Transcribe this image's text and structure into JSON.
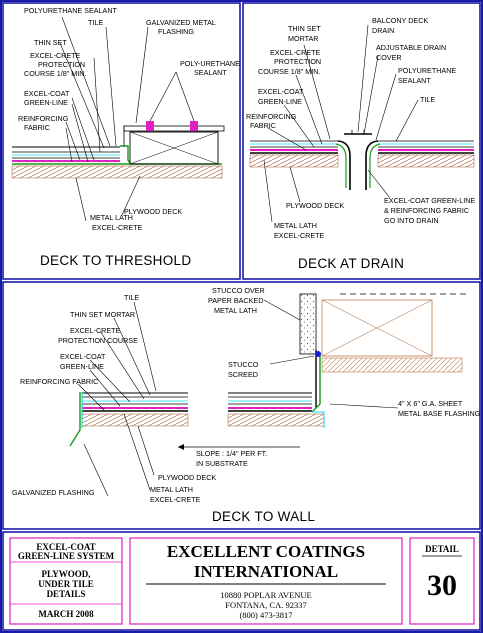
{
  "colors": {
    "frame": "#1a1aa8",
    "membrane": "#e020c0",
    "greenline": "#1a9a1a",
    "cyan": "#14d8e8",
    "wood": "#b07050",
    "blue_flash": "#1a1ad8"
  },
  "threshold": {
    "title": "DECK TO THRESHOLD",
    "labels": {
      "polyurethane_sealant": "POLYURETHANE SEALANT",
      "tile": "TILE",
      "galvanized_metal": "GALVANIZED METAL",
      "flashing": "FLASHING",
      "thin_set": "THIN SET",
      "excel_crete_1": "EXCEL-CRETE",
      "protection": "PROTECTION",
      "course": "COURSE 1/8\" MIN.",
      "poly_urethane": "POLY-URETHANE",
      "sealant": "SEALANT",
      "excel_coat": "EXCEL-COAT",
      "green_line": "GREEN-LINE",
      "reinforcing": "REINFORCING",
      "fabric": "FABRIC",
      "plywood_deck": "PLYWOOD DECK",
      "metal_lath": "METAL LATH",
      "excel_crete_2": "EXCEL-CRETE"
    }
  },
  "drain": {
    "title": "DECK AT DRAIN",
    "labels": {
      "thin_set": "THIN SET",
      "mortar": "MORTAR",
      "balcony_deck": "BALCONY DECK",
      "drain": "DRAIN",
      "excel_crete": "EXCEL-CRETE",
      "protection": "PROTECTION",
      "course": "COURSE 1/8\" MIN.",
      "adjustable_drain": "ADJUSTABLE DRAIN",
      "cover": "COVER",
      "polyurethane": "POLYURETHANE",
      "sealant": "SEALANT",
      "excel_coat": "EXCEL-COAT",
      "green_line": "GREEN-LINE",
      "tile": "TILE",
      "reinforcing": "REINFORCING",
      "fabric": "FABRIC",
      "plywood_deck": "PLYWOOD DECK",
      "metal_lath": "METAL LATH",
      "excel_crete_2": "EXCEL-CRETE",
      "into_drain_1": "EXCEL-COAT GREEN-LINE",
      "into_drain_2": "& REINFORCING FABRIC",
      "into_drain_3": "GO INTO DRAIN"
    }
  },
  "wall": {
    "title": "DECK TO WALL",
    "labels": {
      "stucco_over": "STUCCO OVER",
      "paper_backed": "PAPER BACKED",
      "metal_lath_top": "METAL LATH",
      "tile": "TILE",
      "thin_set_mortar": "THIN SET MORTAR",
      "excel_crete": "EXCEL-CRETE",
      "protection_course": "PROTECTION COURSE",
      "excel_coat": "EXCEL-COAT",
      "green_line": "GREEN-LINE",
      "stucco": "STUCCO",
      "screed": "SCREED",
      "reinforcing_fabric": "REINFORCING FABRIC",
      "sheet_1": "4\" X 6\" G.A. SHEET",
      "sheet_2": "METAL BASE FLASHING",
      "slope_1": "SLOPE : 1/4\" PER FT.",
      "slope_2": "IN SUBSTRATE",
      "plywood_deck": "PLYWOOD DECK",
      "galvanized_flashing": "GALVANIZED FLASHING",
      "metal_lath": "METAL LATH",
      "excel_crete_2": "EXCEL-CRETE"
    }
  },
  "title_block": {
    "system_1": "EXCEL-COAT",
    "system_2": "GREEN-LINE SYSTEM",
    "subject_1": "PLYWOOD,",
    "subject_2": "UNDER TILE",
    "subject_3": "DETAILS",
    "date": "MARCH 2008",
    "company_1": "EXCELLENT COATINGS",
    "company_2": "INTERNATIONAL",
    "address": "10880 POPLAR AVENUE",
    "city": "FONTANA, CA. 92337",
    "phone": "(800) 473-3817",
    "detail_label": "DETAIL",
    "detail_number": "30"
  }
}
